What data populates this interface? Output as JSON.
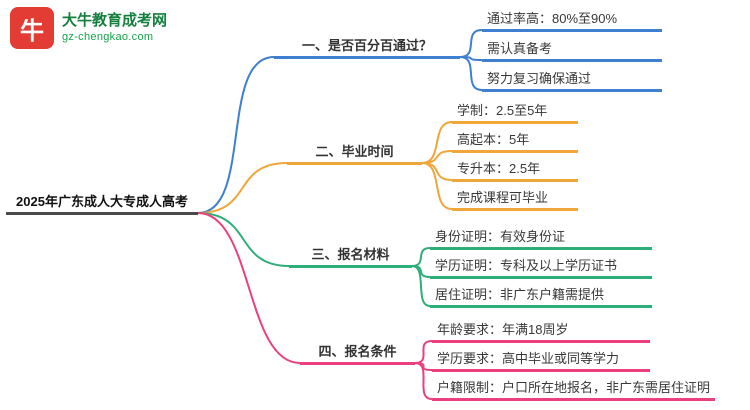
{
  "logo": {
    "mark": "牛",
    "title": "大牛教育成考网",
    "subtitle": "gz-chengkao.com"
  },
  "colors": {
    "branch1_blue": "#3e7fd1",
    "branch2_orange": "#f0a639",
    "branch3_green": "#2eae78",
    "branch4_pink": "#ec3f80",
    "logo_red": "#e23c34",
    "logo_green": "#15803d"
  },
  "mindmap": {
    "root": {
      "label": "2025年广东成人大专成人高考"
    },
    "branches": [
      {
        "label": "一、是否百分百通过？",
        "children": [
          "通过率高：80%至90%",
          "需认真备考",
          "努力复习确保通过"
        ]
      },
      {
        "label": "二、毕业时间",
        "children": [
          "学制：2.5至5年",
          "高起本：5年",
          "专升本：2.5年",
          "完成课程可毕业"
        ]
      },
      {
        "label": "三、报名材料",
        "children": [
          "身份证明：有效身份证",
          "学历证明：专科及以上学历证书",
          "居住证明：非广东户籍需提供"
        ]
      },
      {
        "label": "四、报名条件",
        "children": [
          "年龄要求：年满18周岁",
          "学历要求：高中毕业或同等学力",
          "户籍限制：户口所在地报名，非广东需居住证明"
        ]
      }
    ]
  }
}
